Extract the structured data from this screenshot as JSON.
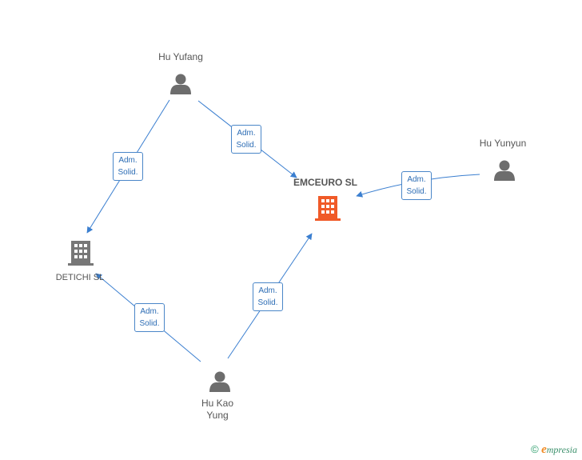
{
  "nodes": {
    "hu_yufang": {
      "label": "Hu Yufang",
      "type": "person"
    },
    "hu_yunyun": {
      "label": "Hu Yunyun",
      "type": "person"
    },
    "hu_kao_yung": {
      "label_line1": "Hu Kao",
      "label_line2": "Yung",
      "type": "person"
    },
    "emceuro": {
      "label": "EMCEURO SL",
      "type": "company",
      "color": "#f05a28"
    },
    "detichi": {
      "label": "DETICHI SL",
      "type": "company",
      "color": "#777777"
    }
  },
  "edges": [
    {
      "from": "hu_yufang",
      "to": "detichi",
      "line1": "Adm.",
      "line2": "Solid."
    },
    {
      "from": "hu_yufang",
      "to": "emceuro",
      "line1": "Adm.",
      "line2": "Solid."
    },
    {
      "from": "hu_yunyun",
      "to": "emceuro",
      "line1": "Adm.",
      "line2": "Solid."
    },
    {
      "from": "hu_kao_yung",
      "to": "detichi",
      "line1": "Adm.",
      "line2": "Solid."
    },
    {
      "from": "hu_kao_yung",
      "to": "emceuro",
      "line1": "Adm.",
      "line2": "Solid."
    }
  ],
  "colors": {
    "edge": "#3b7fd0",
    "person": "#6d6d6d",
    "company_main": "#f05a28",
    "company_other": "#777777"
  },
  "footer": {
    "copyright_symbol": "©",
    "brand_initial": "e",
    "brand_rest": "mpresia"
  }
}
